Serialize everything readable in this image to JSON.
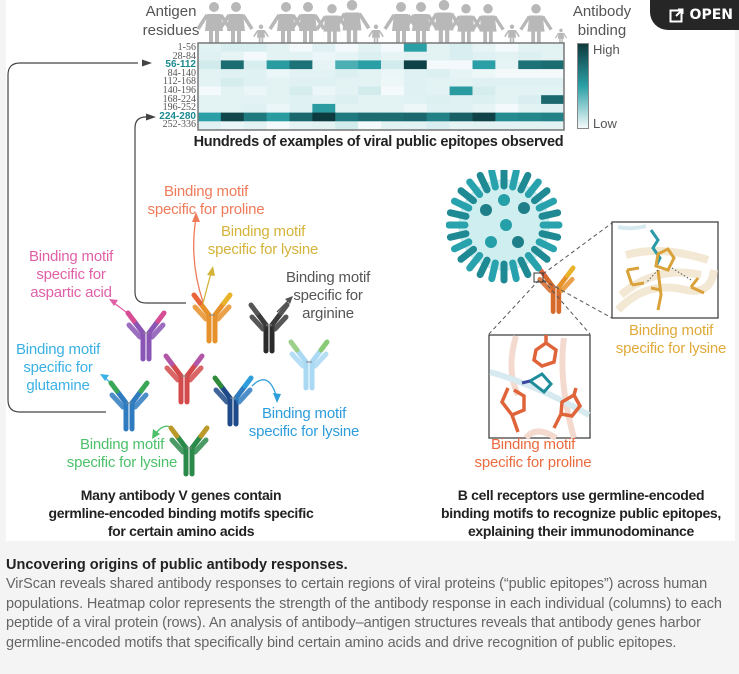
{
  "open_button": {
    "label": "OPEN",
    "icon": "external-link-icon"
  },
  "heatmap": {
    "y_header": "Antigen residues",
    "y_header_lines": [
      "Antigen",
      "residues"
    ],
    "legend_title_lines": [
      "Antibody",
      "binding"
    ],
    "legend_high": "High",
    "legend_low": "Low",
    "title": "Hundreds of examples of viral public epitopes observed",
    "rows": [
      "1-56",
      "28-84",
      "56-112",
      "84-140",
      "112-168",
      "140-196",
      "168-224",
      "196-252",
      "224-280",
      "252-336"
    ],
    "highlighted_rows": [
      "56-112",
      "224-280"
    ],
    "columns": 16,
    "colors": {
      "low": "#f4fafb",
      "mid": "#2aa0a6",
      "bright": "#2cc3c3",
      "high": "#0d3a3e"
    },
    "values": [
      [
        0.05,
        0.08,
        0.08,
        0.05,
        0.0,
        0.06,
        0.0,
        0.05,
        0.0,
        0.6,
        0.05,
        0.08,
        0.04,
        0.0,
        0.05,
        0.05
      ],
      [
        0.06,
        0.04,
        0.0,
        0.05,
        0.05,
        0.03,
        0.04,
        0.07,
        0.04,
        0.05,
        0.05,
        0.08,
        0.06,
        0.05,
        0.07,
        0.05
      ],
      [
        0.1,
        0.8,
        0.08,
        0.62,
        0.78,
        0.04,
        0.5,
        0.6,
        0.1,
        0.97,
        0.0,
        0.0,
        0.6,
        0.04,
        0.78,
        0.8
      ],
      [
        0.05,
        0.06,
        0.06,
        0.03,
        0.05,
        0.05,
        0.07,
        0.05,
        0.03,
        0.06,
        0.07,
        0.04,
        0.02,
        0.0,
        0.0,
        0.0
      ],
      [
        0.05,
        0.09,
        0.06,
        0.05,
        0.06,
        0.06,
        0.05,
        0.05,
        0.02,
        0.06,
        0.05,
        0.05,
        0.06,
        0.06,
        0.06,
        0.06
      ],
      [
        0.0,
        0.05,
        0.03,
        0.05,
        0.09,
        0.03,
        0.05,
        0.1,
        0.0,
        0.06,
        0.05,
        0.62,
        0.09,
        0.05,
        0.05,
        0.05
      ],
      [
        0.05,
        0.05,
        0.05,
        0.05,
        0.06,
        0.05,
        0.07,
        0.05,
        0.05,
        0.06,
        0.07,
        0.06,
        0.07,
        0.05,
        0.08,
        0.82
      ],
      [
        0.05,
        0.05,
        0.06,
        0.03,
        0.06,
        0.62,
        0.05,
        0.05,
        0.05,
        0.02,
        0.06,
        0.06,
        0.04,
        0.0,
        0.05,
        0.06
      ],
      [
        0.6,
        0.95,
        0.75,
        0.62,
        0.82,
        1.0,
        0.75,
        0.8,
        0.8,
        0.82,
        0.72,
        0.85,
        0.97,
        0.68,
        0.7,
        0.72
      ],
      [
        0.06,
        0.03,
        0.05,
        0.0,
        0.04,
        0.05,
        0.1,
        0.0,
        0.05,
        0.05,
        0.08,
        0.04,
        0.05,
        0.05,
        0.05,
        0.05
      ]
    ]
  },
  "left_panel": {
    "motifs": [
      {
        "id": "proline",
        "lines": [
          "Binding motif",
          "specific for proline"
        ],
        "color": "#ee7b5a"
      },
      {
        "id": "lysine-yellow",
        "lines": [
          "Binding motif",
          "specific for lysine"
        ],
        "color": "#d4b33a"
      },
      {
        "id": "aspartic-acid",
        "lines": [
          "Binding motif",
          "specific for",
          "aspartic acid"
        ],
        "color": "#e060a8"
      },
      {
        "id": "arginine",
        "lines": [
          "Binding motif",
          "specific for",
          "arginine"
        ],
        "color": "#555555"
      },
      {
        "id": "glutamine",
        "lines": [
          "Binding motif",
          "specific for",
          "glutamine"
        ],
        "color": "#3ab1e4"
      },
      {
        "id": "lysine-blue",
        "lines": [
          "Binding motif",
          "specific for lysine"
        ],
        "color": "#2e9ddb"
      },
      {
        "id": "lysine-green",
        "lines": [
          "Binding motif",
          "specific for lysine"
        ],
        "color": "#4cc06a"
      }
    ],
    "caption_lines": [
      "Many antibody V genes contain",
      "germline-encoded binding motifs specific",
      "for certain amino acids"
    ]
  },
  "right_panel": {
    "motif_lysine": {
      "lines": [
        "Binding motif",
        "specific for lysine"
      ],
      "color": "#e0a93a"
    },
    "motif_proline": {
      "lines": [
        "Binding motif",
        "specific for proline"
      ],
      "color": "#ea6b3f"
    },
    "caption_lines": [
      "B cell receptors use germline-encoded",
      "binding motifs to recognize public epitopes,",
      "explaining their immunodominance"
    ]
  },
  "caption": {
    "title": "Uncovering origins of public antibody responses.",
    "body": "VirScan reveals shared antibody responses to certain regions of viral proteins (“public epitopes”) across human populations. Heatmap color represents the strength of the antibody response in each individual (columns) to each peptide of a viral protein (rows). An analysis of antibody–antigen structures reveals that antibody genes harbor germline-encoded motifs that specifically bind certain amino acids and drive recognition of public epitopes."
  }
}
